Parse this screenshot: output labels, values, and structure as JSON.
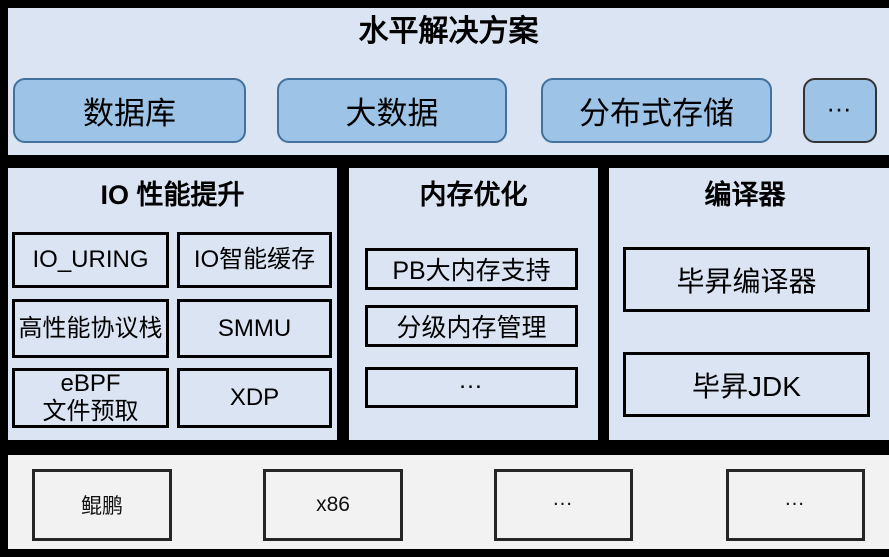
{
  "colors": {
    "background": "#000000",
    "panel_blue": "#dae4f3",
    "solution_box_fill": "#9dc3e6",
    "solution_box_border": "#41719c",
    "bottom_background": "#f2f2f2",
    "dark_border": "#262626"
  },
  "top": {
    "title": "水平解决方案",
    "items": [
      "数据库",
      "大数据",
      "分布式存储",
      "…"
    ]
  },
  "columns": [
    {
      "title": "IO 性能提升",
      "items": [
        "IO_URING",
        "IO智能缓存",
        "高性能协议栈",
        "SMMU",
        "eBPF\n文件预取",
        "XDP"
      ]
    },
    {
      "title": "内存优化",
      "items": [
        "PB大内存支持",
        "分级内存管理",
        "…"
      ]
    },
    {
      "title": "编译器",
      "items": [
        "毕昇编译器",
        "毕昇JDK"
      ]
    }
  ],
  "bottom": {
    "items": [
      "鲲鹏",
      "x86",
      "…",
      "…"
    ]
  }
}
